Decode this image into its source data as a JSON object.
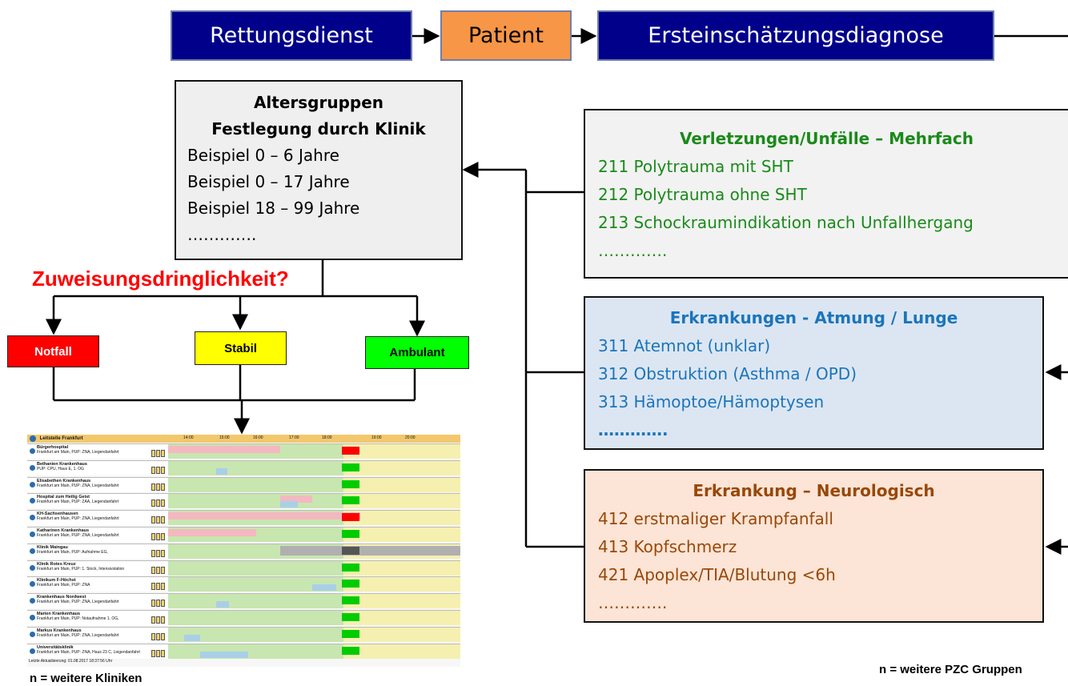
{
  "flow_top": {
    "rettungsdienst": "Rettungsdienst",
    "patient": "Patient",
    "ersteinschaetzung": "Ersteinschätzungsdiagnose"
  },
  "altersgruppen": {
    "title1": "Altersgruppen",
    "title2": "Festlegung durch Klinik",
    "lines": [
      "Beispiel 0 – 6 Jahre",
      "Beispiel 0 – 17 Jahre",
      "Beispiel 18 – 99  Jahre",
      "…………."
    ]
  },
  "zuweisung": "Zuweisungsdringlichkeit?",
  "prio": {
    "notfall": "Notfall",
    "stabil": "Stabil",
    "ambulant": "Ambulant"
  },
  "groups": [
    {
      "title": "Verletzungen/Unfälle – Mehrfach",
      "items": [
        "211 Polytrauma mit SHT",
        "212 Polytrauma ohne SHT",
        "213 Schockraumindikation nach Unfallhergang",
        "…………."
      ]
    },
    {
      "title": "Erkrankungen - Atmung / Lunge",
      "items": [
        "311 Atemnot (unklar)",
        "312 Obstruktion (Asthma / OPD)",
        "313 Hämoptoe/Hämoptysen",
        "…………."
      ]
    },
    {
      "title": "Erkrankung – Neurologisch",
      "items": [
        "412 erstmaliger Krampfanfall",
        "413 Kopfschmerz",
        "421 Apoplex/TIA/Blutung <6h",
        "…………."
      ]
    }
  ],
  "note_kliniken": "n = weitere Kliniken",
  "note_pzc": "n = weitere PZC Gruppen",
  "leitstelle": {
    "title": "Leitstelle Frankfurt",
    "times": [
      "14:00",
      "15:00",
      "16:00",
      "17:00",
      "18:00",
      "19:00",
      "20:00"
    ],
    "rows": [
      {
        "name": "Bürgerhospital",
        "sub": "Frankfurt am Main, PUP: ZNA, Liegendanfahrt",
        "status": "red"
      },
      {
        "name": "Bethanien Krankenhaus",
        "sub": "PUP: CPU, Haus E, 1. OG",
        "status": "green"
      },
      {
        "name": "Elisabethen Krankenhaus",
        "sub": "Frankfurt am Main, PUP: ZNA, Liegendanfahrt",
        "status": "green"
      },
      {
        "name": "Hospital zum Heilig Geist",
        "sub": "Frankfurt am Main, PUP: ZAA, Liegendanfahrt",
        "status": "green"
      },
      {
        "name": "KH-Sachsenhausen",
        "sub": "Frankfurt am Main, PUP: ZNA, Liegendanfahrt",
        "status": "red"
      },
      {
        "name": "Katharinen Krankenhaus",
        "sub": "Frankfurt am Main, PUP: ZNA, Liegendanfahrt",
        "status": "green"
      },
      {
        "name": "Klinik Maingau",
        "sub": "Frankfurt am Main, PUP: Aufnahme EG,",
        "status": "gray"
      },
      {
        "name": "Klinik Rotes Kreuz",
        "sub": "Frankfurt am Main, PUP: 1. Stock, Intensivstation",
        "status": "green"
      },
      {
        "name": "Klinikum F-Höchst",
        "sub": "Frankfurt am Main, PUP: ZNA",
        "status": "green"
      },
      {
        "name": "Krankenhaus Nordwest",
        "sub": "Frankfurt am Main, PUP: ZNA, Liegendanfahrt",
        "status": "green"
      },
      {
        "name": "Marien Krankenhaus",
        "sub": "Frankfurt am Main, PUP: Notaufnahme 1. OG,",
        "status": "green"
      },
      {
        "name": "Markus Krankenhaus",
        "sub": "Frankfurt am Main, PUP: ZNA, Liegendanfahrt",
        "status": "green"
      },
      {
        "name": "Universitätsklinik",
        "sub": "Frankfurt am Main, PUP: ZNA, Haus 23 C, Liegendanfahrt",
        "status": "green"
      }
    ],
    "footer": "Letzte Aktualisierung: 01.08.2017 18:37:56 Uhr"
  }
}
